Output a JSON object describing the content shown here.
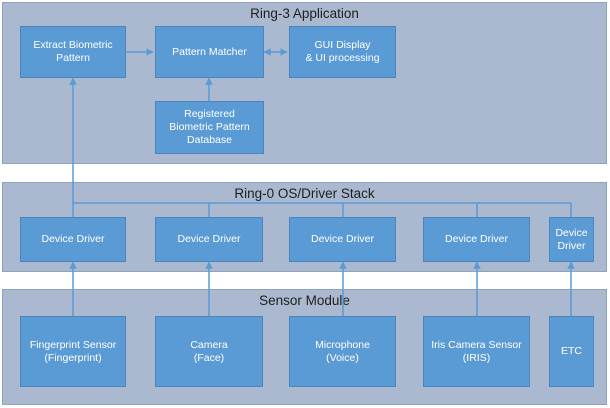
{
  "layers": {
    "ring3": {
      "title": "Ring-3 Application"
    },
    "ring0": {
      "title": "Ring-0 OS/Driver Stack"
    },
    "sensor": {
      "title": "Sensor Module"
    }
  },
  "ring3_boxes": {
    "extract": {
      "line1": "Extract Biometric",
      "line2": "Pattern"
    },
    "matcher": {
      "line1": "Pattern Matcher"
    },
    "gui": {
      "line1": "GUI Display",
      "line2": "& UI processing"
    },
    "db": {
      "line1": "Registered",
      "line2": "Biometric Pattern",
      "line3": "Database"
    }
  },
  "drivers": [
    {
      "line1": "Device Driver"
    },
    {
      "line1": "Device Driver"
    },
    {
      "line1": "Device Driver"
    },
    {
      "line1": "Device Driver"
    },
    {
      "line1": "Device",
      "line2": "Driver"
    }
  ],
  "sensors": [
    {
      "line1": "Fingerprint Sensor",
      "line2": "(Fingerprint)"
    },
    {
      "line1": "Camera",
      "line2": "(Face)"
    },
    {
      "line1": "Microphone",
      "line2": "(Voice)"
    },
    {
      "line1": "Iris Camera Sensor",
      "line2": "(IRIS)"
    },
    {
      "line1": "ETC"
    }
  ],
  "colors": {
    "layer_bg": "#aab9cf",
    "box_fill": "#5b9bd5",
    "connector": "#5b9bd5"
  }
}
